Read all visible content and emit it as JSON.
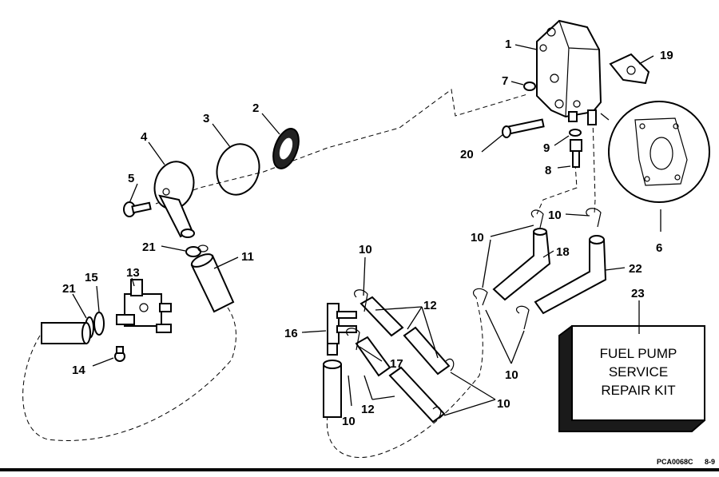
{
  "kit_box": {
    "line1": "FUEL PUMP",
    "line2": "SERVICE",
    "line3": "REPAIR KIT"
  },
  "callouts": [
    "1",
    "2",
    "3",
    "4",
    "5",
    "6",
    "7",
    "8",
    "9",
    "10",
    "11",
    "12",
    "13",
    "14",
    "15",
    "16",
    "17",
    "18",
    "19",
    "20",
    "21",
    "22",
    "23"
  ],
  "footer": {
    "code": "PCA0068C",
    "date": "8-9"
  }
}
